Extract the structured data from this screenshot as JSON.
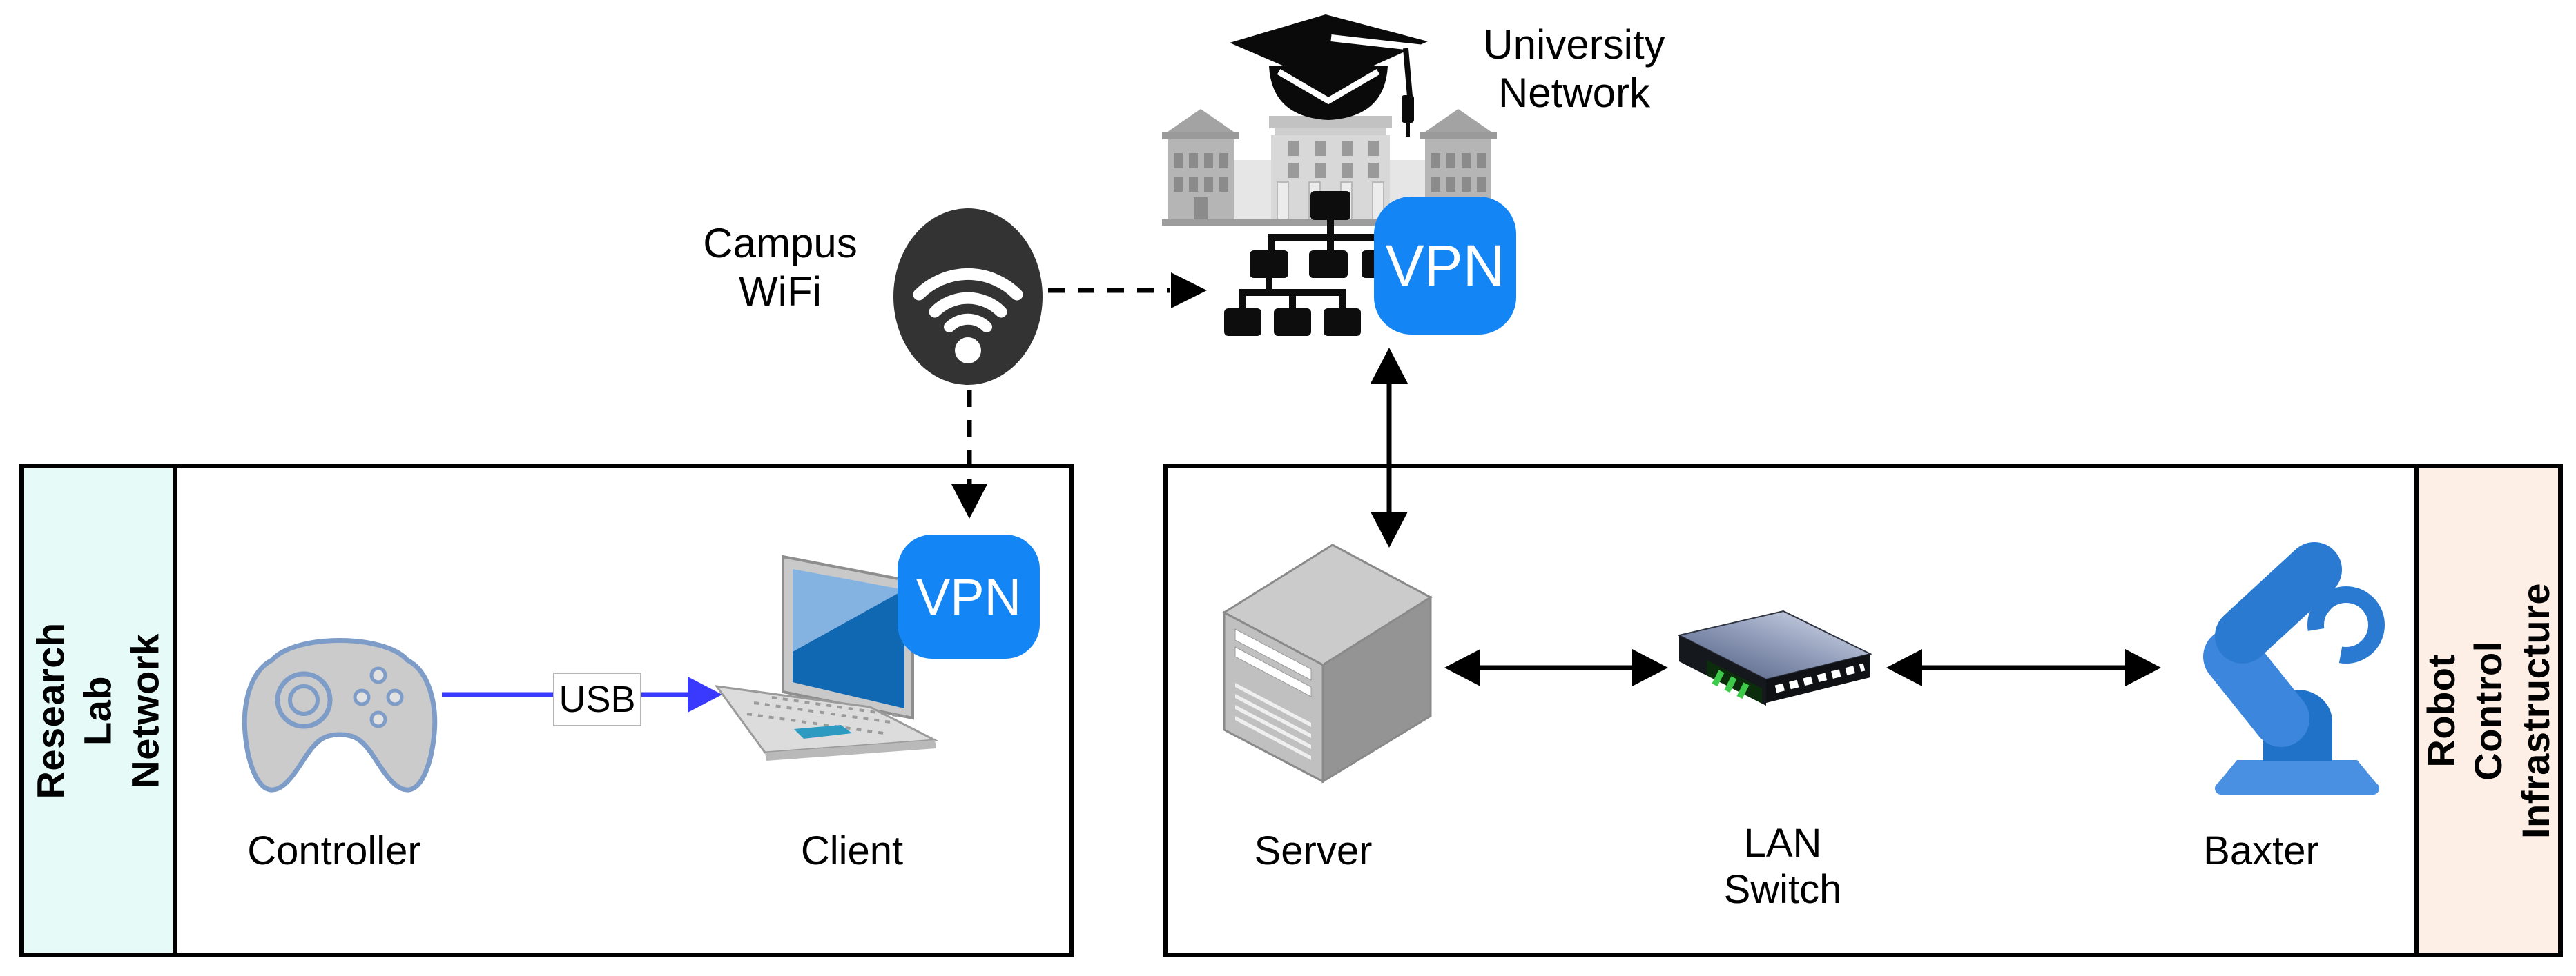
{
  "university": {
    "label": "University\nNetwork",
    "vpn_badge": "VPN"
  },
  "campus_wifi": {
    "label": "Campus\nWiFi"
  },
  "left_group": {
    "label": "Research Lab\nNetwork",
    "controller_label": "Controller",
    "client_label": "Client",
    "client_vpn_badge": "VPN",
    "usb_label": "USB"
  },
  "right_group": {
    "label": "Robot Control\nInfrastructure",
    "server_label": "Server",
    "lan_switch_label": "LAN\nSwitch",
    "baxter_label": "Baxter"
  },
  "icons": {
    "university": "university-campus-icon",
    "graduation_cap": "graduation-cap-icon",
    "network_tree": "network-tree-icon",
    "wifi": "wifi-icon",
    "controller": "gamepad-icon",
    "client": "laptop-icon",
    "server": "server-tower-icon",
    "lan_switch": "network-switch-icon",
    "baxter": "robot-arm-icon"
  },
  "colors": {
    "vpn_blue": "#1485f5",
    "usb_arrow_blue": "#3a3aff",
    "research_lab_bg": "#e6fbf8",
    "robot_infra_bg": "#fdeee6",
    "wifi_dark": "#333333",
    "baxter_blue": "#2b7ad2",
    "arrow_black": "#000000"
  }
}
